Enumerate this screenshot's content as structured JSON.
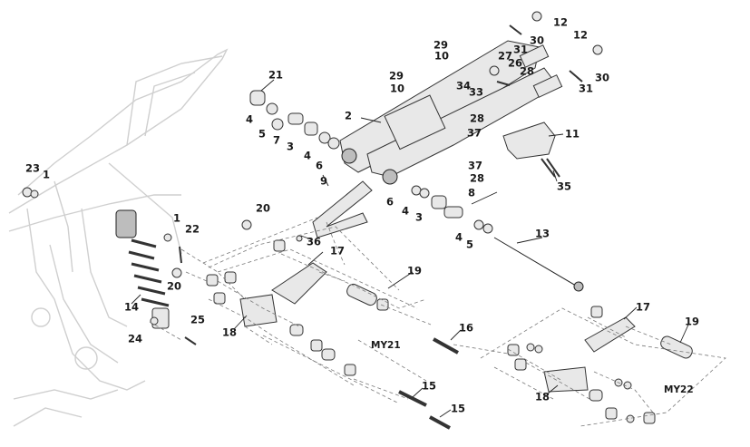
{
  "callouts": [
    {
      "id": "c1a",
      "text": "1"
    },
    {
      "id": "c1b",
      "text": "1"
    },
    {
      "id": "c2",
      "text": "2"
    },
    {
      "id": "c3a",
      "text": "3"
    },
    {
      "id": "c3b",
      "text": "3"
    },
    {
      "id": "c4a",
      "text": "4"
    },
    {
      "id": "c4b",
      "text": "4"
    },
    {
      "id": "c4c",
      "text": "4"
    },
    {
      "id": "c4d",
      "text": "4"
    },
    {
      "id": "c5a",
      "text": "5"
    },
    {
      "id": "c5b",
      "text": "5"
    },
    {
      "id": "c6a",
      "text": "6"
    },
    {
      "id": "c6b",
      "text": "6"
    },
    {
      "id": "c7",
      "text": "7"
    },
    {
      "id": "c8",
      "text": "8"
    },
    {
      "id": "c9",
      "text": "9"
    },
    {
      "id": "c10a",
      "text": "10"
    },
    {
      "id": "c10b",
      "text": "10"
    },
    {
      "id": "c11",
      "text": "11"
    },
    {
      "id": "c12a",
      "text": "12"
    },
    {
      "id": "c12b",
      "text": "12"
    },
    {
      "id": "c13",
      "text": "13"
    },
    {
      "id": "c14",
      "text": "14"
    },
    {
      "id": "c15a",
      "text": "15"
    },
    {
      "id": "c15b",
      "text": "15"
    },
    {
      "id": "c16",
      "text": "16"
    },
    {
      "id": "c17a",
      "text": "17"
    },
    {
      "id": "c17b",
      "text": "17"
    },
    {
      "id": "c18a",
      "text": "18"
    },
    {
      "id": "c18b",
      "text": "18"
    },
    {
      "id": "c19a",
      "text": "19"
    },
    {
      "id": "c19b",
      "text": "19"
    },
    {
      "id": "c20a",
      "text": "20"
    },
    {
      "id": "c20b",
      "text": "20"
    },
    {
      "id": "c21",
      "text": "21"
    },
    {
      "id": "c22",
      "text": "22"
    },
    {
      "id": "c23",
      "text": "23"
    },
    {
      "id": "c24",
      "text": "24"
    },
    {
      "id": "c25",
      "text": "25"
    },
    {
      "id": "c26",
      "text": "26"
    },
    {
      "id": "c27",
      "text": "27"
    },
    {
      "id": "c28a",
      "text": "28"
    },
    {
      "id": "c28b",
      "text": "28"
    },
    {
      "id": "c28c",
      "text": "28"
    },
    {
      "id": "c29a",
      "text": "29"
    },
    {
      "id": "c29b",
      "text": "29"
    },
    {
      "id": "c30a",
      "text": "30"
    },
    {
      "id": "c30b",
      "text": "30"
    },
    {
      "id": "c31a",
      "text": "31"
    },
    {
      "id": "c31b",
      "text": "31"
    },
    {
      "id": "c33",
      "text": "33"
    },
    {
      "id": "c34",
      "text": "34"
    },
    {
      "id": "c35",
      "text": "35"
    },
    {
      "id": "c36",
      "text": "36"
    },
    {
      "id": "c37a",
      "text": "37"
    },
    {
      "id": "c37b",
      "text": "37"
    }
  ],
  "model_year_labels": {
    "my21": "MY21",
    "my22": "MY22"
  }
}
